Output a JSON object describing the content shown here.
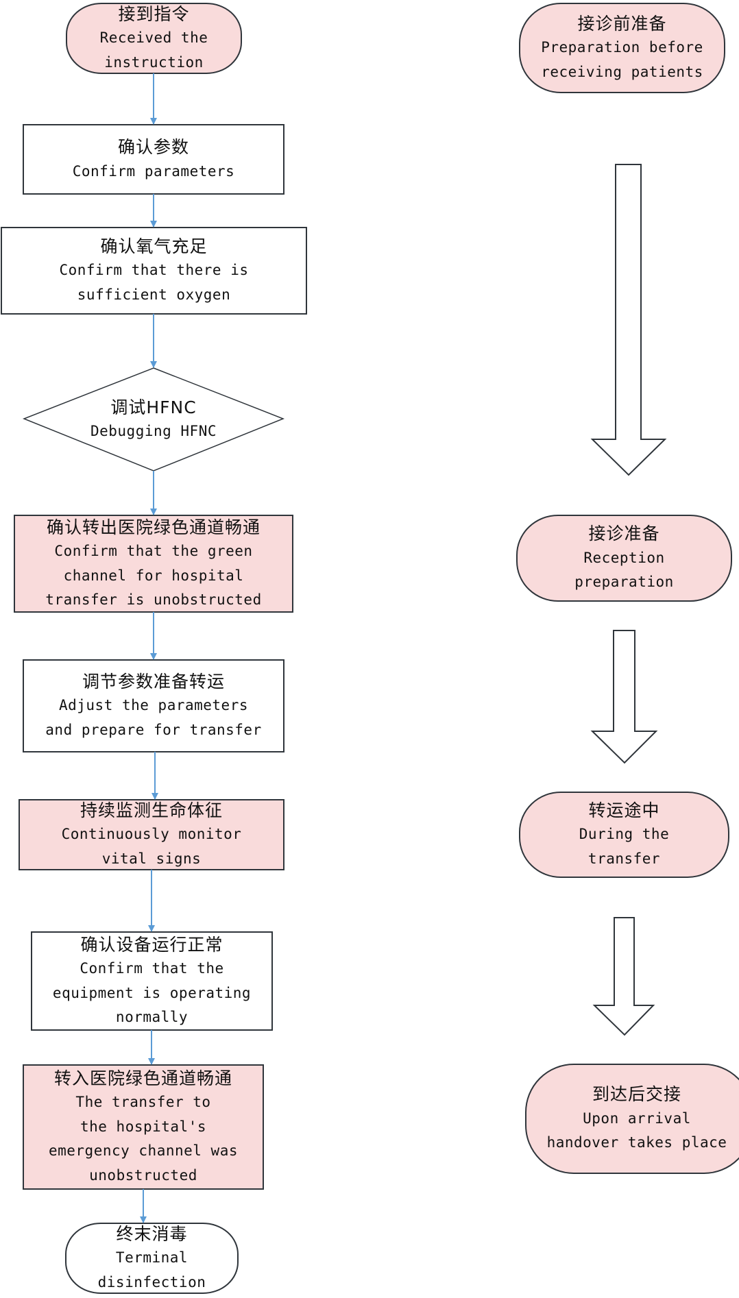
{
  "colors": {
    "pink_fill": "#f9dbdb",
    "white_fill": "#ffffff",
    "border": "#2f353b",
    "connector": "#5b9bd5"
  },
  "left_flow": [
    {
      "id": "received",
      "shape": "terminal",
      "fill": "pink",
      "zh": "接到指令",
      "en": [
        "Received the",
        "instruction"
      ]
    },
    {
      "id": "confirm-params",
      "shape": "process",
      "fill": "white",
      "zh": "确认参数",
      "en": [
        "Confirm parameters"
      ]
    },
    {
      "id": "confirm-oxygen",
      "shape": "process",
      "fill": "white",
      "zh": "确认氧气充足",
      "en": [
        "Confirm that there is",
        "sufficient oxygen"
      ]
    },
    {
      "id": "debug-hfnc",
      "shape": "decision",
      "fill": "white",
      "zh": "调试HFNC",
      "en": [
        "Debugging HFNC"
      ]
    },
    {
      "id": "green-channel-out",
      "shape": "process",
      "fill": "pink",
      "zh": "确认转出医院绿色通道畅通",
      "en": [
        "Confirm that the green",
        "channel for hospital",
        "transfer is unobstructed"
      ]
    },
    {
      "id": "adjust-params",
      "shape": "process",
      "fill": "white",
      "zh": "调节参数准备转运",
      "en": [
        "Adjust the parameters",
        "and prepare for transfer"
      ]
    },
    {
      "id": "monitor-vitals",
      "shape": "process",
      "fill": "pink",
      "zh": "持续监测生命体征",
      "en": [
        "Continuously monitor",
        "vital signs"
      ]
    },
    {
      "id": "equipment-normal",
      "shape": "process",
      "fill": "white",
      "zh": "确认设备运行正常",
      "en": [
        "Confirm that the",
        "equipment is operating",
        "normally"
      ]
    },
    {
      "id": "green-channel-in",
      "shape": "process",
      "fill": "pink",
      "zh": "转入医院绿色通道畅通",
      "en": [
        "The transfer to",
        "the hospital's",
        "emergency channel was",
        "unobstructed"
      ]
    },
    {
      "id": "terminal-disinfection",
      "shape": "terminal",
      "fill": "white",
      "zh": "终末消毒",
      "en": [
        "Terminal",
        "disinfection"
      ]
    }
  ],
  "right_phases": [
    {
      "id": "pre-reception",
      "zh": "接诊前准备",
      "en": [
        "Preparation before",
        "receiving patients"
      ]
    },
    {
      "id": "reception",
      "zh": "接诊准备",
      "en": [
        "Reception",
        "preparation"
      ]
    },
    {
      "id": "in-transit",
      "zh": "转运途中",
      "en": [
        "During the",
        "transfer"
      ]
    },
    {
      "id": "arrival-handover",
      "zh": "到达后交接",
      "en": [
        "Upon arrival",
        "handover takes place"
      ]
    }
  ]
}
